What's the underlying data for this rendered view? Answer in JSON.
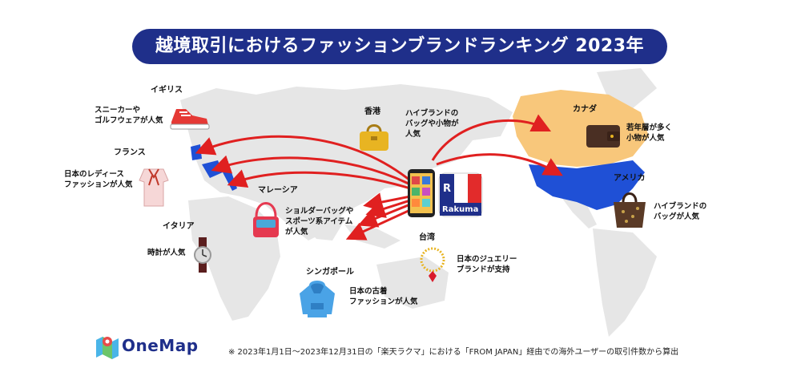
{
  "title": "越境取引におけるファッションブランドランキング 2023年",
  "countries": {
    "uk": {
      "name": "イギリス",
      "caption": [
        "スニーカーや",
        "ゴルフウェアが人気"
      ]
    },
    "france": {
      "name": "フランス",
      "caption": [
        "日本のレディース",
        "ファッションが人気"
      ]
    },
    "italy": {
      "name": "イタリア",
      "caption": [
        "時計が人気"
      ]
    },
    "hongkong": {
      "name": "香港",
      "caption": [
        "ハイブランドの",
        "バッグや小物が",
        "人気"
      ]
    },
    "malaysia": {
      "name": "マレーシア",
      "caption": [
        "ショルダーバッグや",
        "スポーツ系アイテム",
        "が人気"
      ]
    },
    "taiwan": {
      "name": "台湾",
      "caption": [
        "日本のジュエリー",
        "ブランドが支持"
      ]
    },
    "singapore": {
      "name": "シンガポール",
      "caption": [
        "日本の古着",
        "ファッションが人気"
      ]
    },
    "canada": {
      "name": "カナダ",
      "caption": [
        "若年層が多く",
        "小物が人気"
      ]
    },
    "usa": {
      "name": "アメリカ",
      "caption": [
        "ハイブランドの",
        "バッグが人気"
      ]
    }
  },
  "app": {
    "name": "Rakuma"
  },
  "brand": {
    "name": "OneMap"
  },
  "footnote": "※ 2023年1月1日～2023年12月31日の「楽天ラクマ」における「FROM JAPAN」経由での海外ユーザーの取引件数から算出",
  "colors": {
    "title_bg": "#1f2f8a",
    "arrow": "#e02020",
    "canada": "#f8c77b",
    "usa": "#1f50d6",
    "map": "#e6e6e6"
  },
  "icons": [
    "sneaker-icon",
    "blouse-icon",
    "watch-icon",
    "handbag-icon",
    "shoulder-bag-icon",
    "necklace-icon",
    "hoodie-icon",
    "wallet-icon",
    "tote-bag-icon",
    "smartphone-icon",
    "rakuma-logo-icon",
    "onemap-logo-icon"
  ]
}
